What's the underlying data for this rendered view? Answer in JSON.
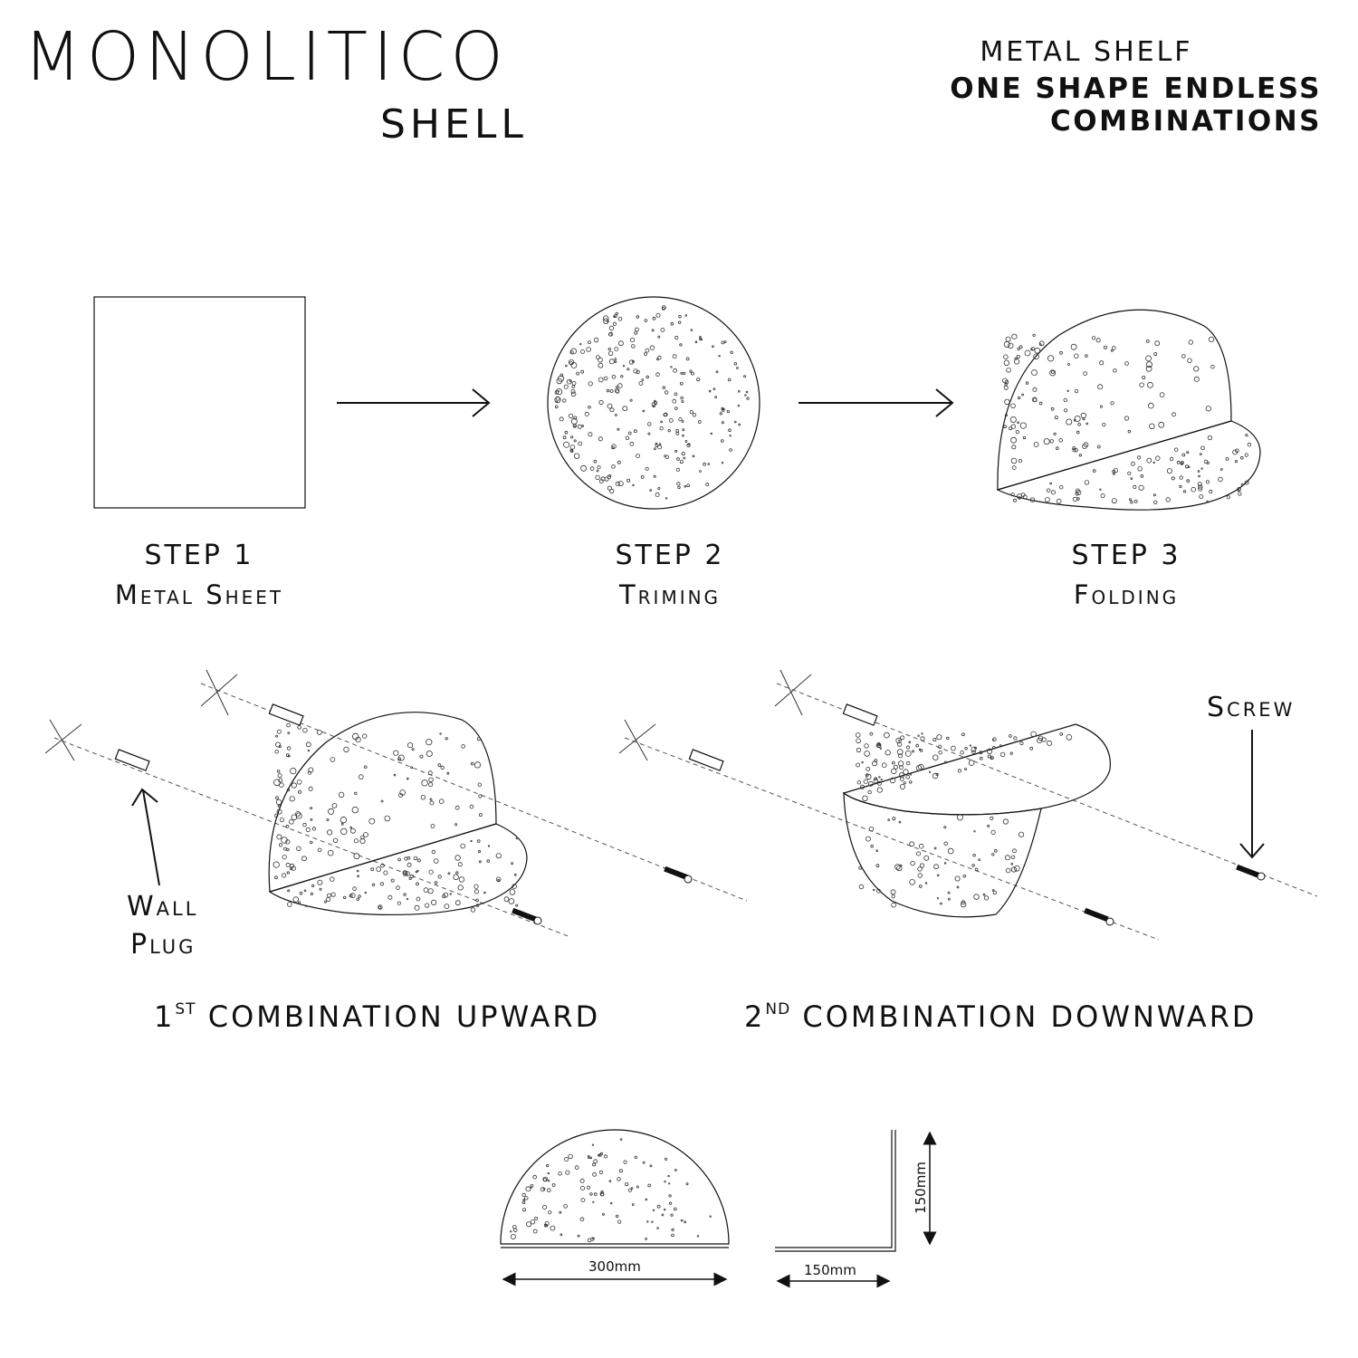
{
  "brand": {
    "name": "MONOLITICO",
    "product": "SHELL"
  },
  "tagline": {
    "line1": "METAL SHELF",
    "line2": "ONE SHAPE  ENDLESS COMBINATIONS"
  },
  "steps": [
    {
      "title": "STEP 1",
      "subtitle": "Metal Sheet"
    },
    {
      "title": "STEP 2",
      "subtitle": "Triming"
    },
    {
      "title": "STEP 3",
      "subtitle": "Folding"
    }
  ],
  "labels": {
    "wall_plug_1": "Wall",
    "wall_plug_2": "Plug",
    "screw": "Screw"
  },
  "combinations": [
    {
      "ordinal": "1",
      "suffix": "ST",
      "text": " COMBINATION UPWARD"
    },
    {
      "ordinal": "2",
      "suffix": "ND",
      "text": " COMBINATION DOWNWARD"
    }
  ],
  "dimensions": {
    "width": "300mm",
    "depth": "150mm",
    "height": "150mm"
  },
  "colors": {
    "line": "#111111",
    "dashed": "#555555",
    "background": "#ffffff"
  }
}
